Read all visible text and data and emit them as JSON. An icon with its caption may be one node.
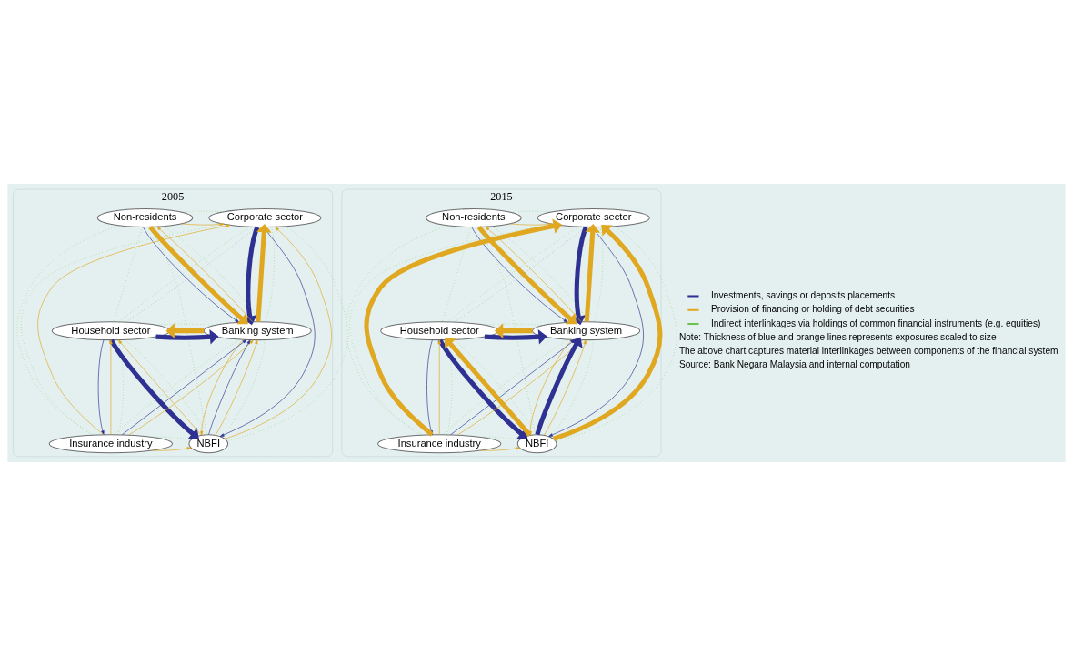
{
  "diagram": {
    "nodes": [
      {
        "text": [
          "2005"
        ]
      },
      {
        "text": [
          "Corporate sector"
        ],
        "in": 0
      },
      {
        "text": [
          "Non-residents"
        ],
        "in": 0
      },
      {
        "text": [
          "Household sector"
        ],
        "in": 0
      },
      {
        "text": [
          "Banking system"
        ],
        "in": 0
      },
      {
        "text": [
          "Insurance industry"
        ],
        "in": 0
      },
      {
        "text": [
          "NBFI"
        ],
        "in": 0
      },
      {
        "text": [
          "2015"
        ]
      },
      {
        "text": [
          "Corporate sector"
        ],
        "in": 7
      },
      {
        "text": [
          "Non-residents"
        ],
        "in": 7
      },
      {
        "text": [
          "Household sector"
        ],
        "in": 7
      },
      {
        "text": [
          "Banking system"
        ],
        "in": 7
      },
      {
        "text": [
          "Insurance industry"
        ],
        "in": 7
      },
      {
        "text": [
          "NBFI"
        ],
        "in": 7
      }
    ],
    "edges": [
      {
        "from": 1,
        "to": 4,
        "arrow": "to",
        "style": "thick",
        "color": "#2e3192"
      },
      {
        "from": 2,
        "to": 4,
        "arrow": "to",
        "color": "#2e3192"
      },
      {
        "from": 3,
        "to": 4,
        "arrow": "to",
        "style": "thick",
        "color": "#2e3192"
      },
      {
        "from": 3,
        "to": 6,
        "arrow": "to",
        "style": "thick",
        "color": "#2e3192"
      },
      {
        "from": 3,
        "to": 5,
        "arrow": "to",
        "color": "#2e3192"
      },
      {
        "from": 1,
        "to": 6,
        "arrow": "to",
        "color": "#2e3192"
      },
      {
        "from": 5,
        "to": 4,
        "arrow": "to",
        "color": "#2e3192"
      },
      {
        "from": 6,
        "to": 4,
        "arrow": "to",
        "color": "#2e3192"
      },
      {
        "from": 3,
        "to": 1,
        "arrow": "none",
        "style": "dashed",
        "color": "#7a7fb5"
      },
      {
        "from": 2,
        "to": 1,
        "arrow": "to",
        "color": "#e0a820"
      },
      {
        "from": 4,
        "to": 1,
        "arrow": "to",
        "style": "thick",
        "color": "#e0a820"
      },
      {
        "from": 2,
        "to": 4,
        "arrow": "to",
        "style": "thick",
        "color": "#e0a820"
      },
      {
        "from": 4,
        "to": 2,
        "arrow": "to",
        "color": "#e0a820"
      },
      {
        "from": 4,
        "to": 3,
        "arrow": "to",
        "style": "thick",
        "color": "#e0a820"
      },
      {
        "from": 5,
        "to": 1,
        "arrow": "to",
        "color": "#e0a820"
      },
      {
        "from": 6,
        "to": 1,
        "arrow": "to",
        "color": "#e0a820"
      },
      {
        "from": 5,
        "to": 3,
        "arrow": "to",
        "color": "#e0a820"
      },
      {
        "from": 6,
        "to": 3,
        "arrow": "to",
        "color": "#e0a820"
      },
      {
        "from": 5,
        "to": 4,
        "arrow": "to",
        "color": "#e0a820"
      },
      {
        "from": 5,
        "to": 6,
        "arrow": "to",
        "color": "#e0a820"
      },
      {
        "from": 4,
        "to": 6,
        "arrow": "to",
        "color": "#e0a820"
      },
      {
        "from": 6,
        "to": 4,
        "arrow": "to",
        "color": "#e0a820"
      },
      {
        "from": 1,
        "to": 2,
        "arrow": "none",
        "style": "dashed",
        "color": "#6cc24a"
      },
      {
        "from": 1,
        "to": 3,
        "arrow": "none",
        "style": "dashed",
        "color": "#6cc24a"
      },
      {
        "from": 1,
        "to": 4,
        "arrow": "none",
        "style": "dashed",
        "color": "#6cc24a"
      },
      {
        "from": 1,
        "to": 5,
        "arrow": "none",
        "style": "dashed",
        "color": "#6cc24a"
      },
      {
        "from": 1,
        "to": 6,
        "arrow": "none",
        "style": "dashed",
        "color": "#6cc24a"
      },
      {
        "from": 2,
        "to": 3,
        "arrow": "none",
        "style": "dashed",
        "color": "#6cc24a"
      },
      {
        "from": 2,
        "to": 4,
        "arrow": "none",
        "style": "dashed",
        "color": "#6cc24a"
      },
      {
        "from": 2,
        "to": 5,
        "arrow": "none",
        "style": "dashed",
        "color": "#6cc24a"
      },
      {
        "from": 2,
        "to": 6,
        "arrow": "none",
        "style": "dashed",
        "color": "#6cc24a"
      },
      {
        "from": 3,
        "to": 4,
        "arrow": "none",
        "style": "dashed",
        "color": "#6cc24a"
      },
      {
        "from": 3,
        "to": 5,
        "arrow": "none",
        "style": "dashed",
        "color": "#6cc24a"
      },
      {
        "from": 3,
        "to": 6,
        "arrow": "none",
        "style": "dashed",
        "color": "#6cc24a"
      },
      {
        "from": 4,
        "to": 5,
        "arrow": "none",
        "style": "dashed",
        "color": "#6cc24a"
      },
      {
        "from": 4,
        "to": 6,
        "arrow": "none",
        "style": "dashed",
        "color": "#6cc24a"
      },
      {
        "from": 5,
        "to": 6,
        "arrow": "none",
        "style": "dashed",
        "color": "#6cc24a"
      },
      {
        "from": 8,
        "to": 11,
        "arrow": "to",
        "style": "thick",
        "color": "#2e3192"
      },
      {
        "from": 9,
        "to": 11,
        "arrow": "to",
        "color": "#2e3192"
      },
      {
        "from": 10,
        "to": 11,
        "arrow": "to",
        "style": "thick",
        "color": "#2e3192"
      },
      {
        "from": 10,
        "to": 13,
        "arrow": "to",
        "style": "thick",
        "color": "#2e3192"
      },
      {
        "from": 10,
        "to": 12,
        "arrow": "to",
        "color": "#2e3192"
      },
      {
        "from": 8,
        "to": 13,
        "arrow": "to",
        "color": "#2e3192"
      },
      {
        "from": 12,
        "to": 11,
        "arrow": "to",
        "color": "#2e3192"
      },
      {
        "from": 13,
        "to": 11,
        "arrow": "to",
        "style": "thick",
        "color": "#2e3192"
      },
      {
        "from": 10,
        "to": 8,
        "arrow": "none",
        "style": "dashed",
        "color": "#7a7fb5"
      },
      {
        "from": 9,
        "to": 8,
        "arrow": "to",
        "color": "#e0a820"
      },
      {
        "from": 11,
        "to": 8,
        "arrow": "to",
        "style": "thick",
        "color": "#e0a820"
      },
      {
        "from": 9,
        "to": 11,
        "arrow": "to",
        "style": "thick",
        "color": "#e0a820"
      },
      {
        "from": 11,
        "to": 9,
        "arrow": "to",
        "color": "#e0a820"
      },
      {
        "from": 11,
        "to": 10,
        "arrow": "to",
        "style": "thick",
        "color": "#e0a820"
      },
      {
        "from": 12,
        "to": 8,
        "arrow": "to",
        "style": "thick",
        "color": "#e0a820"
      },
      {
        "from": 13,
        "to": 8,
        "arrow": "to",
        "style": "thick",
        "color": "#e0a820"
      },
      {
        "from": 12,
        "to": 10,
        "arrow": "to",
        "color": "#e0a820"
      },
      {
        "from": 13,
        "to": 10,
        "arrow": "to",
        "style": "thick",
        "color": "#e0a820"
      },
      {
        "from": 12,
        "to": 11,
        "arrow": "to",
        "color": "#e0a820"
      },
      {
        "from": 12,
        "to": 13,
        "arrow": "to",
        "color": "#e0a820"
      },
      {
        "from": 11,
        "to": 13,
        "arrow": "to",
        "color": "#e0a820"
      },
      {
        "from": 13,
        "to": 11,
        "arrow": "to",
        "color": "#e0a820"
      },
      {
        "from": 8,
        "to": 9,
        "arrow": "none",
        "style": "dashed",
        "color": "#6cc24a"
      },
      {
        "from": 8,
        "to": 10,
        "arrow": "none",
        "style": "dashed",
        "color": "#6cc24a"
      },
      {
        "from": 8,
        "to": 11,
        "arrow": "none",
        "style": "dashed",
        "color": "#6cc24a"
      },
      {
        "from": 8,
        "to": 12,
        "arrow": "none",
        "style": "dashed",
        "color": "#6cc24a"
      },
      {
        "from": 8,
        "to": 13,
        "arrow": "none",
        "style": "dashed",
        "color": "#6cc24a"
      },
      {
        "from": 9,
        "to": 10,
        "arrow": "none",
        "style": "dashed",
        "color": "#6cc24a"
      },
      {
        "from": 9,
        "to": 11,
        "arrow": "none",
        "style": "dashed",
        "color": "#6cc24a"
      },
      {
        "from": 9,
        "to": 12,
        "arrow": "none",
        "style": "dashed",
        "color": "#6cc24a"
      },
      {
        "from": 9,
        "to": 13,
        "arrow": "none",
        "style": "dashed",
        "color": "#6cc24a"
      },
      {
        "from": 10,
        "to": 11,
        "arrow": "none",
        "style": "dashed",
        "color": "#6cc24a"
      },
      {
        "from": 10,
        "to": 12,
        "arrow": "none",
        "style": "dashed",
        "color": "#6cc24a"
      },
      {
        "from": 10,
        "to": 13,
        "arrow": "none",
        "style": "dashed",
        "color": "#6cc24a"
      },
      {
        "from": 11,
        "to": 12,
        "arrow": "none",
        "style": "dashed",
        "color": "#6cc24a"
      },
      {
        "from": 11,
        "to": 13,
        "arrow": "none",
        "style": "dashed",
        "color": "#6cc24a"
      },
      {
        "from": 12,
        "to": 13,
        "arrow": "none",
        "style": "dashed",
        "color": "#6cc24a"
      }
    ],
    "labels": [
      "Note: Thickness of blue and orange lines represents exposures scaled to size",
      "The above chart captures material interlinkages between components of the financial system",
      "Source: Bank Negara Malaysia and internal computation"
    ],
    "legend": [
      {
        "text": "Investments, savings or deposits placements"
      },
      {
        "text": "Provision of financing or holding of debt securities"
      },
      {
        "text": "Indirect interlinkages via holdings of common financial instruments (e.g. equities)"
      }
    ]
  }
}
